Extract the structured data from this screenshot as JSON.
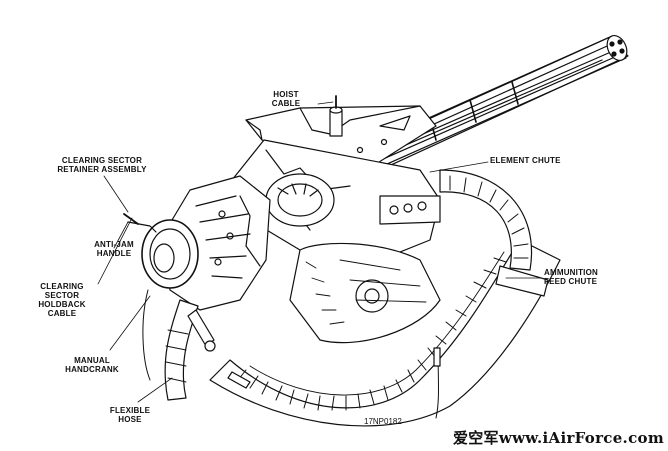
{
  "diagram": {
    "labels": {
      "hoist_cable": "HOIST\nCABLE",
      "element_chute": "ELEMENT CHUTE",
      "clearing_sector_retainer": "CLEARING SECTOR\nRETAINER ASSEMBLY",
      "anti_jam_handle": "ANTI-JAM\nHANDLE",
      "clearing_sector_holdback": "CLEARING\nSECTOR\nHOLDBACK\nCABLE",
      "ammunition_feed_chute": "AMMUNITION\nFEED CHUTE",
      "manual_handcrank": "MANUAL\nHANDCRANK",
      "flexible_hose": "FLEXIBLE\nHOSE"
    },
    "drawing_id": "17NP0182",
    "watermark": "爱空军www.iAirForce.com"
  }
}
